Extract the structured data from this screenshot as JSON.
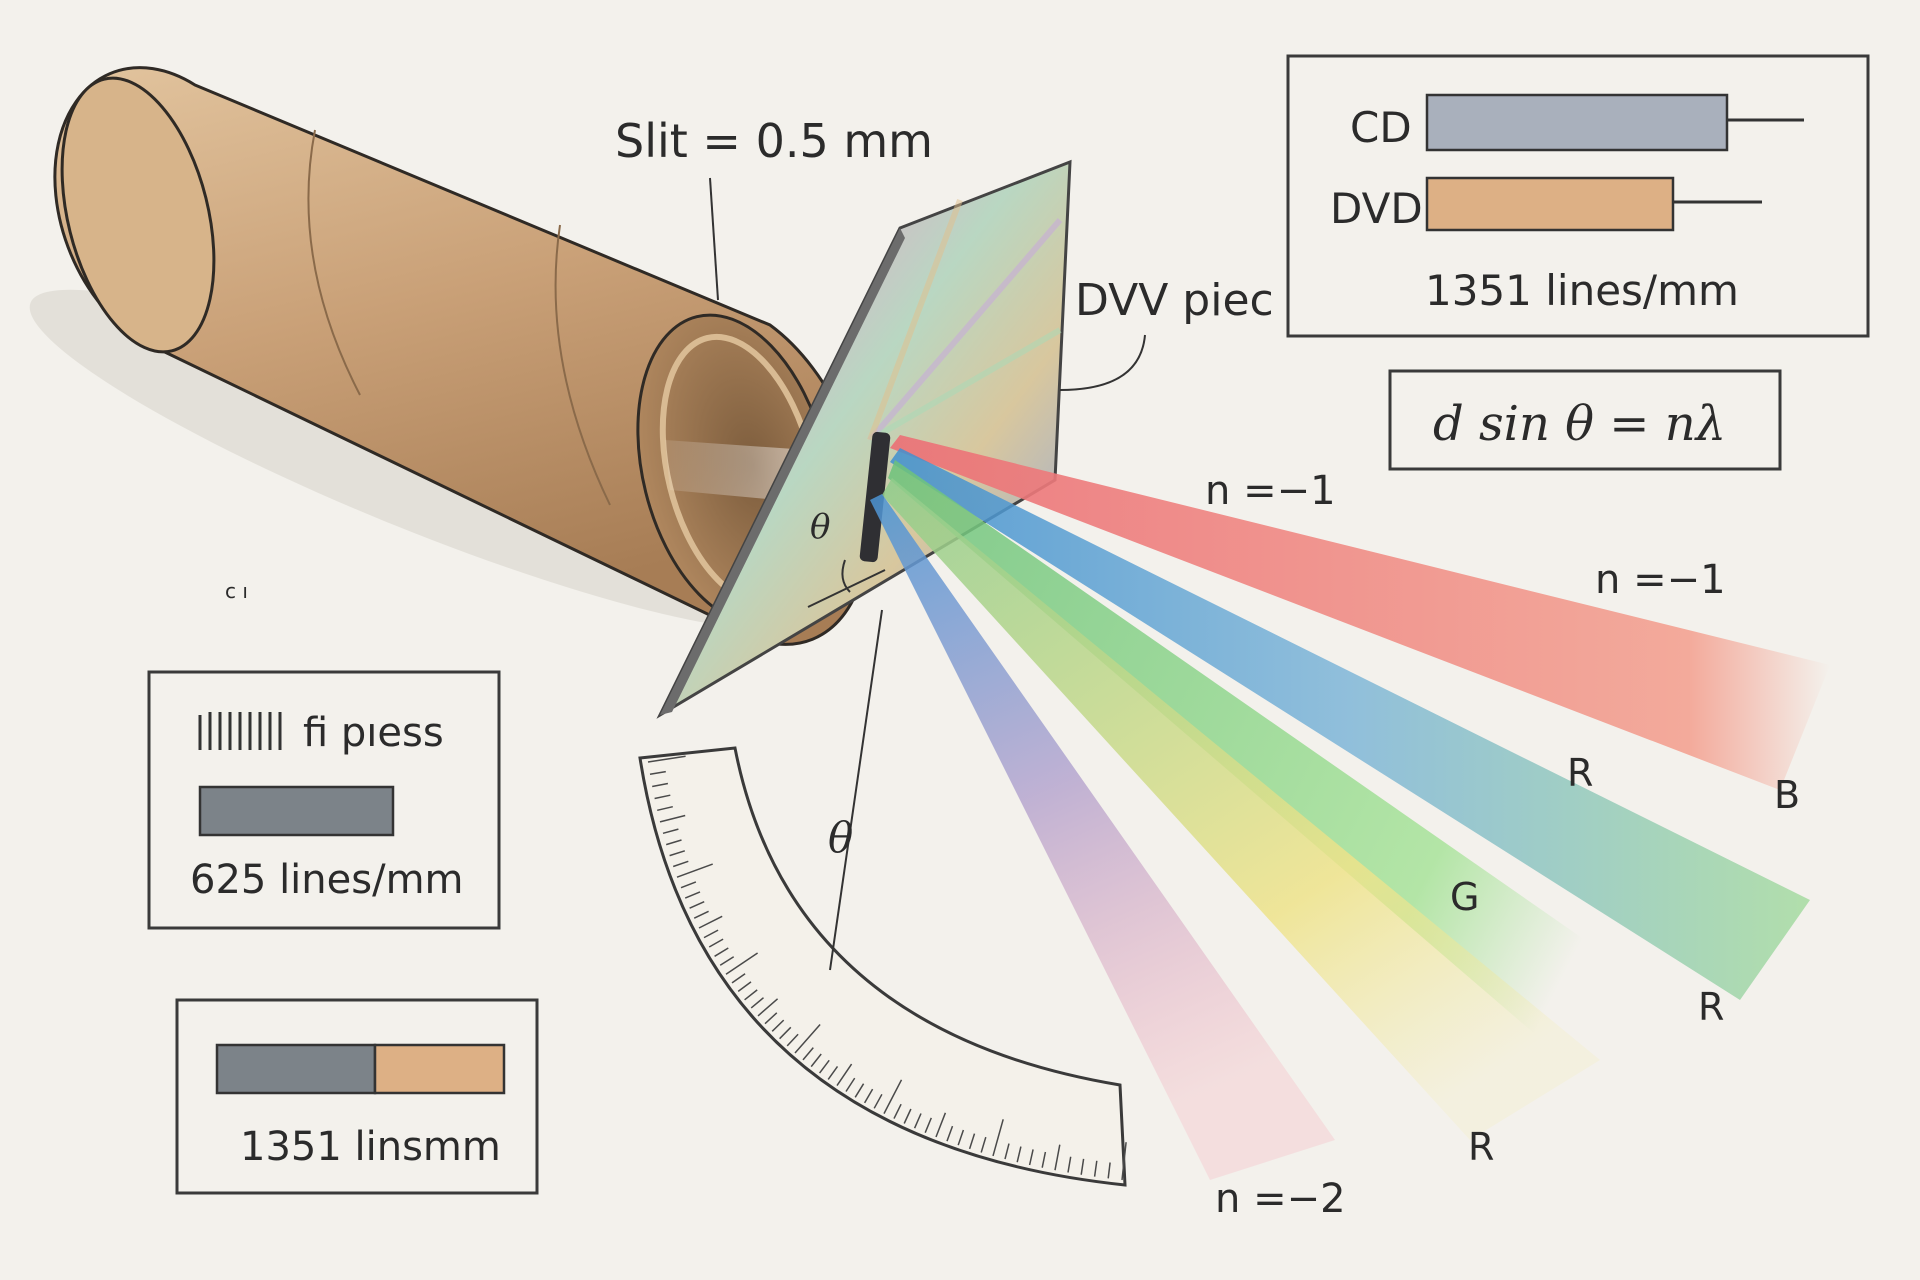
{
  "labels": {
    "slit": "Slit = 0.5 mm",
    "piece": "DVV piec",
    "stray": "c ı",
    "theta_beam": "θ",
    "theta_scale": "θ"
  },
  "legend_top": {
    "cd": "CD",
    "dvd": "DVD",
    "density": "1351 lines/mm"
  },
  "formula": "d sin θ = nλ",
  "legend_left": {
    "title": "fi pıess",
    "density": "625 lines/mm"
  },
  "legend_bottom": {
    "density": "1351 linsmm"
  },
  "beams": {
    "order_top": "n =−1",
    "order_mid": "n =−1",
    "order_bottom": "n =−2",
    "tag_b": "B",
    "tag_r1": "R",
    "tag_g": "G",
    "tag_r2": "R",
    "tag_r3": "R"
  },
  "colors": {
    "tube": "#c9a77c",
    "gray_bar": "#8e959c",
    "tan_bar": "#d9a77a",
    "red_beam": "#ef8a86",
    "blue_beam": "#6fa8d8",
    "green_beam": "#95d98a",
    "yellow_beam": "#efe08a",
    "pink_beam": "#f3a2b0"
  }
}
